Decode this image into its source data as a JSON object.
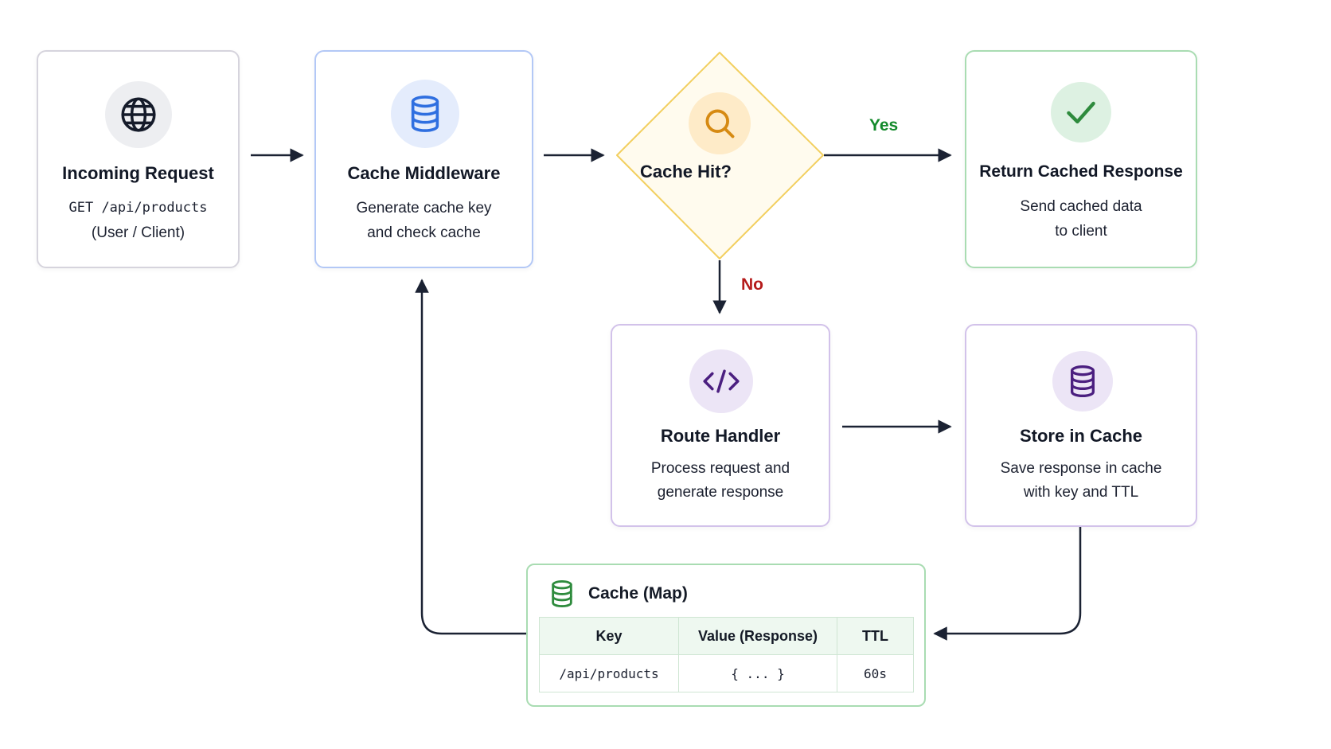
{
  "nodes": {
    "incoming_request": {
      "title": "Incoming Request",
      "line1": "GET /api/products",
      "line2": "(User / Client)",
      "icon": "globe-icon"
    },
    "cache_middleware": {
      "title": "Cache Middleware",
      "line1": "Generate cache key",
      "line2": "and check cache",
      "icon": "database-icon"
    },
    "cache_hit": {
      "title": "Cache Hit?",
      "icon": "search-icon"
    },
    "return_cached": {
      "title": "Return Cached Response",
      "line1": "Send cached data",
      "line2": "to client",
      "icon": "checkmark-icon"
    },
    "route_handler": {
      "title": "Route Handler",
      "line1": "Process request and",
      "line2": "generate response",
      "icon": "code-icon"
    },
    "store_in_cache": {
      "title": "Store in Cache",
      "line1": "Save response in cache",
      "line2": "with key and TTL",
      "icon": "database-icon"
    }
  },
  "edges": {
    "yes_label": "Yes",
    "no_label": "No"
  },
  "cache_map": {
    "title": "Cache (Map)",
    "icon": "database-icon",
    "columns": [
      "Key",
      "Value (Response)",
      "TTL"
    ],
    "rows": [
      [
        "/api/products",
        "{ ... }",
        "60s"
      ]
    ]
  },
  "colors": {
    "yes": "#138a2b",
    "no": "#b51b1b",
    "arrow": "#1b2233",
    "green_accent": "#2e8b3d",
    "blue_accent": "#2f6fe0",
    "orange_accent": "#d68a12",
    "purple_accent": "#4b1f80"
  }
}
